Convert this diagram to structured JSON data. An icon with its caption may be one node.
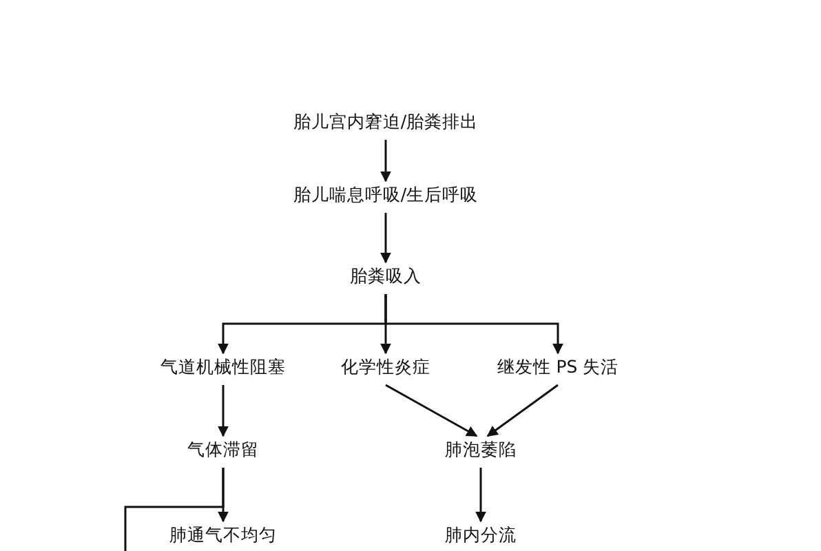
{
  "diagram": {
    "nodes": [
      {
        "text": [
          "胎儿宫内窘迫/胎粪排出"
        ]
      },
      {
        "text": [
          "胎儿喘息呼吸/生后呼吸"
        ]
      },
      {
        "text": [
          "胎粪吸入"
        ]
      },
      {
        "text": [
          "气道机械性阻塞"
        ]
      },
      {
        "text": [
          "化学性炎症"
        ]
      },
      {
        "text": [
          "继发性 PS 失活"
        ]
      },
      {
        "text": [
          "气体滞留"
        ]
      },
      {
        "text": [
          "肺泡萎陷"
        ]
      },
      {
        "text": [
          "肺通气不均匀"
        ]
      },
      {
        "text": [
          "肺内分流"
        ]
      }
    ],
    "edges": [
      {
        "from": 0,
        "to": 1,
        "arrow": "to"
      },
      {
        "from": 1,
        "to": 2,
        "arrow": "to"
      },
      {
        "from": 2,
        "to": 3,
        "arrow": "to"
      },
      {
        "from": 2,
        "to": 4,
        "arrow": "to"
      },
      {
        "from": 2,
        "to": 5,
        "arrow": "to"
      },
      {
        "from": 3,
        "to": 6,
        "arrow": "to"
      },
      {
        "from": 4,
        "to": 7,
        "arrow": "to"
      },
      {
        "from": 5,
        "to": 7,
        "arrow": "to"
      },
      {
        "from": 6,
        "to": 8,
        "arrow": "to"
      },
      {
        "from": 7,
        "to": 9,
        "arrow": "to"
      },
      {
        "from": 6,
        "to": null,
        "arrow": "none"
      }
    ]
  }
}
